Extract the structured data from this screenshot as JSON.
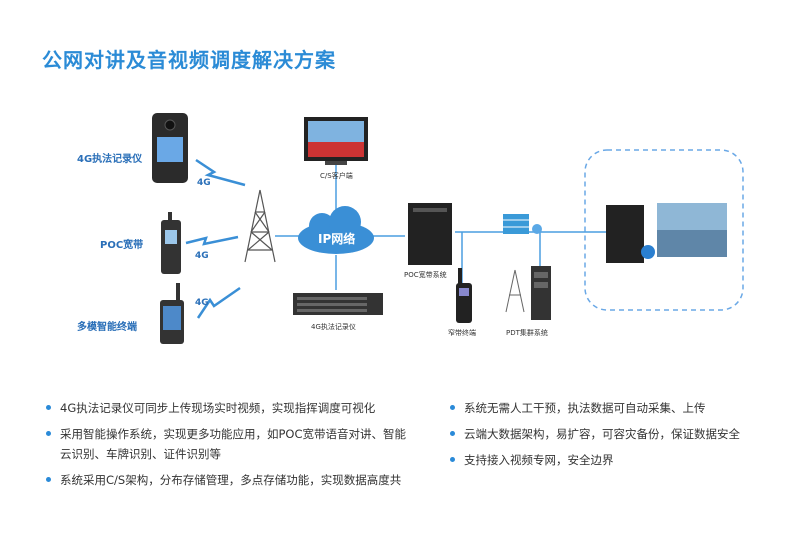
{
  "title": "公网对讲及音视频调度解决方案",
  "devices": {
    "bodycam": "4G执法记录仪",
    "poc": "POC宽带",
    "multimode": "多模智能终端",
    "cs_client": "C/S客户端",
    "ip_network": "IP网络",
    "poc_system": "POC宽带系统",
    "recorder": "4G执法记录仪",
    "narrowband": "窄带终端",
    "pdt": "PDT集群系统"
  },
  "links": {
    "g4_1": "4G",
    "g4_2": "4G",
    "g4_3": "4G"
  },
  "bullets_left": [
    "4G执法记录仪可同步上传现场实时视频，实现指挥调度可视化",
    "采用智能操作系统，实现更多功能应用，如POC宽带语音对讲、智能云识别、车牌识别、证件识别等",
    "系统采用C/S架构，分布存储管理，多点存储功能，实现数据高度共"
  ],
  "bullets_right": [
    "系统无需人工干预，执法数据可自动采集、上传",
    "云端大数据架构，易扩容，可容灾备份，保证数据安全",
    "支持接入视频专网，安全边界"
  ],
  "colors": {
    "accent": "#2b8bd6",
    "line": "#4a9ee0",
    "dashed": "#6aa8e6"
  }
}
